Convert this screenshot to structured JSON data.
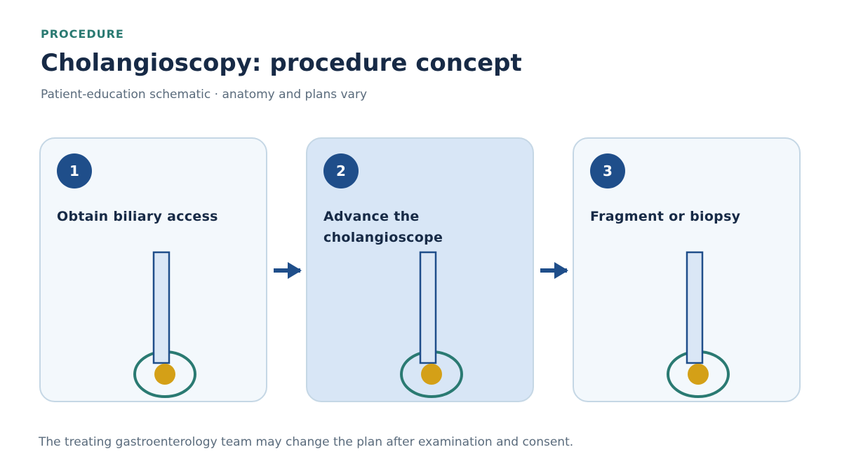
{
  "header": {
    "eyebrow": "PROCEDURE",
    "title": "Cholangioscopy: procedure concept",
    "subtitle": "Patient-education schematic · anatomy and plans vary"
  },
  "steps": [
    {
      "number": "1",
      "title": "Obtain biliary access",
      "active": false
    },
    {
      "number": "2",
      "title": "Advance the cholangioscope",
      "active": true
    },
    {
      "number": "3",
      "title": "Fragment or biopsy",
      "active": false
    }
  ],
  "footer": {
    "note": "The treating gastroenterology team may change the plan after examination and consent."
  },
  "colors": {
    "accent": "#1f4e8a",
    "teal": "#2a7a72",
    "stone": "#d4a017",
    "scope_fill": "#dae7f6"
  }
}
